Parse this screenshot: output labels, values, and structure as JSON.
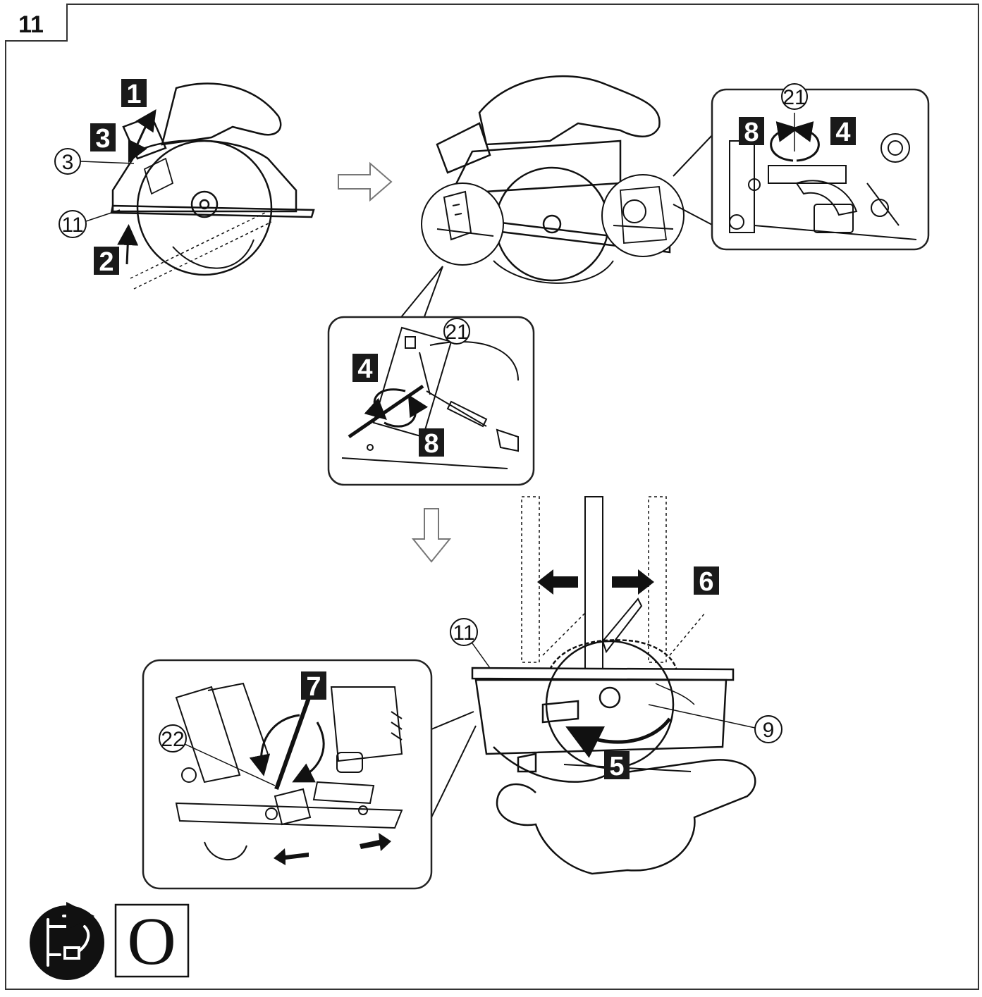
{
  "figure_number": "11",
  "step_labels": [
    "1",
    "2",
    "3",
    "4",
    "5",
    "6",
    "7",
    "8"
  ],
  "part_labels": [
    "3",
    "11",
    "21",
    "22",
    "9"
  ],
  "symbols": {
    "unplug_icon": "unplug-power-icon",
    "mode_letter": "O"
  },
  "colors": {
    "ink": "#111111",
    "paper": "#ffffff",
    "panel_stroke": "#222222"
  }
}
